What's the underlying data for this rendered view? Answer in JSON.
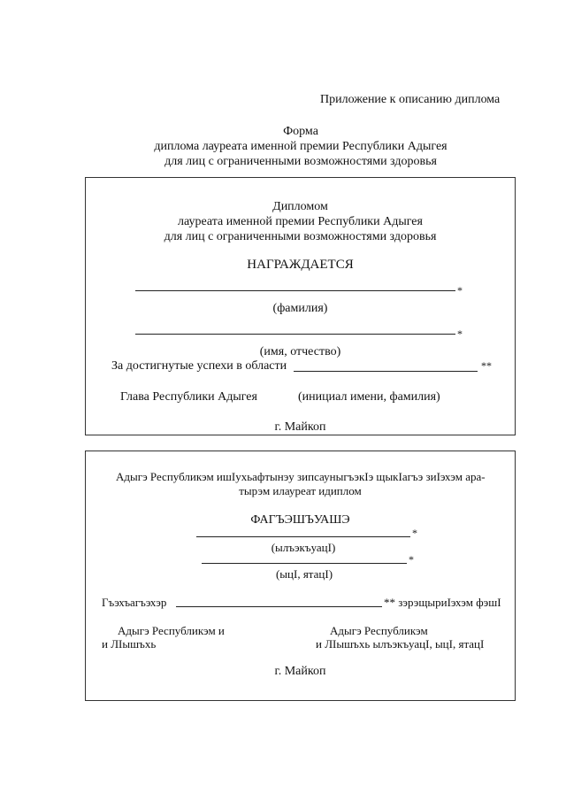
{
  "appendix_title": "Приложение к описанию диплома",
  "form_heading": {
    "line1": "Форма",
    "line2": "диплома лауреата именной премии Республики Адыгея",
    "line3": "для лиц с ограниченными возможностями здоровья"
  },
  "russian_diploma": {
    "title_line1": "Дипломом",
    "title_line2": "лауреата именной премии Республики Адыгея",
    "title_line3": "для лиц с ограниченными возможностями здоровья",
    "awarded": "НАГРАЖДАЕТСЯ",
    "star1": "*",
    "surname_caption": "(фамилия)",
    "star2": "*",
    "name_caption": "(имя, отчество)",
    "achievement_label": "За достигнутые успехи в области",
    "achievement_stars": "**",
    "head_label": "Глава Республики Адыгея",
    "head_caption": "(инициал имени, фамилия)",
    "city": "г. Майкоп"
  },
  "adyghe_diploma": {
    "title_line1": "Адыгэ Республикэм ишIухьафтынэу зипсауныгъэкIэ щыкIагъэ зиIэхэм ара-",
    "title_line2": "тырэм илауреат идиплом",
    "awarded": "ФАГЪЭШЪУАШЭ",
    "star1": "*",
    "surname_caption": "(ылъэкъуацI)",
    "star2": "*",
    "name_caption": "(ыцI, ятацI)",
    "achievement_label": "Гъэхъагъэхэр",
    "achievement_suffix": "** зэрэщыриIэхэм фэшI",
    "left_sign_line1": "Адыгэ Республикэм и",
    "left_sign_line2": "и ЛIышъхь",
    "right_sign_line1": "Адыгэ Республикэм",
    "right_sign_line2": "и ЛIышъхь ылъэкъуацI, ыцI, ятацI",
    "city": "г. Майкоп"
  }
}
